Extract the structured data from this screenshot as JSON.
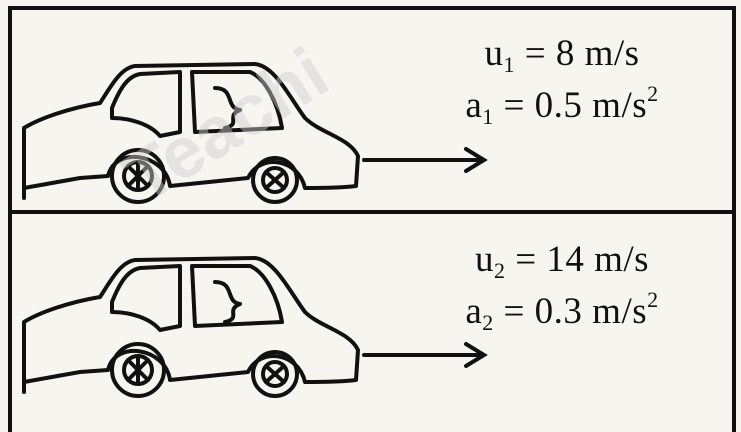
{
  "watermark": "Teachi",
  "cars": [
    {
      "velocity": {
        "symbol": "u",
        "subscript": "1",
        "equals": " = 8 m/s"
      },
      "acceleration": {
        "symbol": "a",
        "subscript": "1",
        "equals": " = 0.5 m/s",
        "superscript": "2"
      },
      "direction": "right"
    },
    {
      "velocity": {
        "symbol": "u",
        "subscript": "2",
        "equals": " = 14 m/s"
      },
      "acceleration": {
        "symbol": "a",
        "subscript": "2",
        "equals": " = 0.3 m/s",
        "superscript": "2"
      },
      "direction": "right"
    }
  ],
  "colors": {
    "ink": "#111111",
    "paper": "#f7f5f0",
    "watermark": "#cfcfcf"
  }
}
